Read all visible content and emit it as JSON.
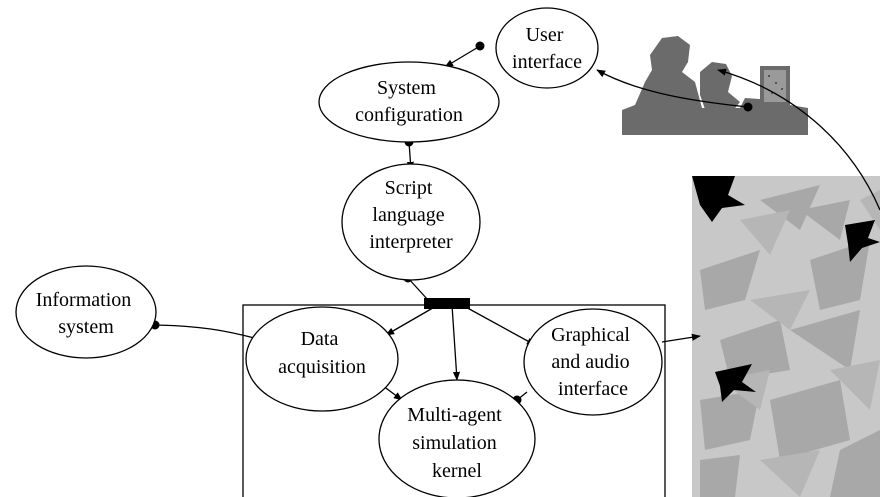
{
  "nodes": {
    "user_interface": [
      "User",
      "interface"
    ],
    "system_configuration": [
      "System",
      "configuration"
    ],
    "script_interpreter": [
      "Script",
      "language",
      "interpreter"
    ],
    "information_system": [
      "Information",
      "system"
    ],
    "data_acquisition": [
      "Data",
      "acquisition"
    ],
    "graphical_audio": [
      "Graphical",
      "and audio",
      "interface"
    ],
    "multi_agent_kernel": [
      "Multi-agent",
      "simulation",
      "kernel"
    ]
  },
  "colors": {
    "stroke": "#000000",
    "silhouette": "#6b6b6b",
    "screen": "#9a9a9a",
    "sim_background": "#c8c8c8",
    "sim_leaf": "#a8a8a8",
    "sim_agent": "#000000"
  },
  "icons": {
    "users": "two-users-at-computer-icon",
    "simulation": "simulation-view-image"
  }
}
